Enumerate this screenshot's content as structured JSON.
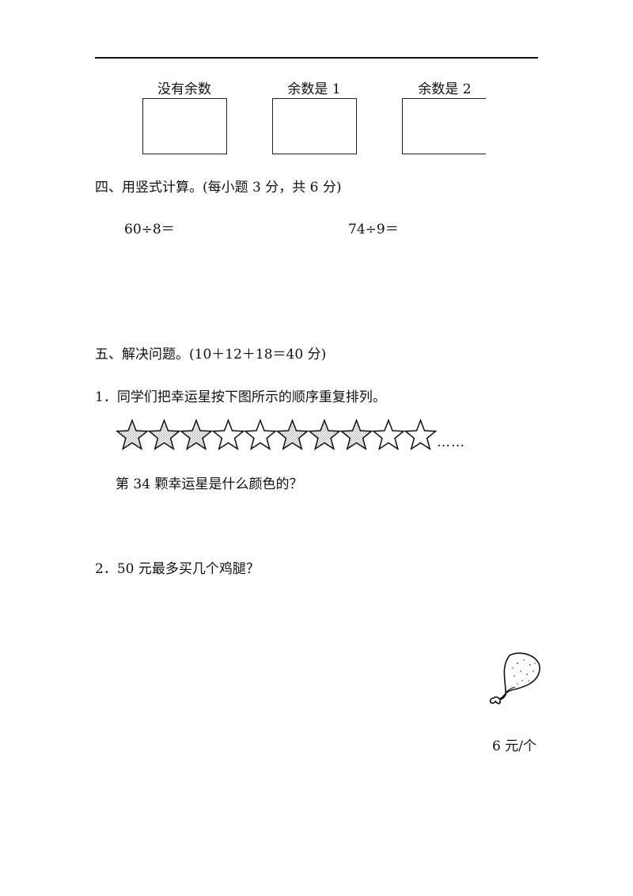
{
  "section3": {
    "boxes": [
      {
        "label": "没有余数"
      },
      {
        "label": "余数是 1"
      },
      {
        "label": "余数是 2"
      }
    ]
  },
  "section4": {
    "heading": "四、用竖式计算。(每小题 3 分，共 6 分)",
    "problems": [
      "60÷8＝",
      "74÷9＝"
    ]
  },
  "section5": {
    "heading": "五、解决问题。(10＋12＋18＝40 分)",
    "q1": {
      "text": "1．同学们把幸运星按下图所示的顺序重复排列。",
      "star_pattern": [
        "dotted",
        "dotted",
        "dotted",
        "plain",
        "plain",
        "dotted",
        "dotted",
        "dotted",
        "plain",
        "plain"
      ],
      "ellipsis": "……",
      "question": "第 34 颗幸运星是什么颜色的？"
    },
    "q2": {
      "text": "2．50 元最多买几个鸡腿？",
      "icon": "chicken-leg-icon",
      "price": "6 元/个"
    }
  }
}
